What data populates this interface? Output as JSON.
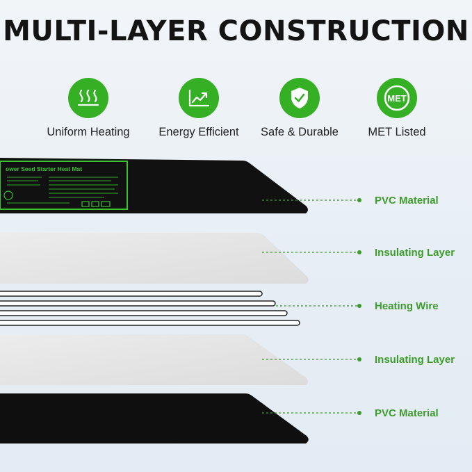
{
  "title": "MULTI-LAYER CONSTRUCTION",
  "features": [
    {
      "label": "Uniform Heating",
      "icon": "heat-waves-icon"
    },
    {
      "label": "Energy Efficient",
      "icon": "rising-chart-icon"
    },
    {
      "label": "Safe & Durable",
      "icon": "shield-check-icon"
    },
    {
      "label": "MET Listed",
      "icon": "met-badge-icon"
    }
  ],
  "mat_print": {
    "header": "ower Seed Starter Heat Mat"
  },
  "met_badge": {
    "text": "MET"
  },
  "layers": [
    {
      "label": "PVC Material"
    },
    {
      "label": "Insulating Layer"
    },
    {
      "label": "Heating Wire"
    },
    {
      "label": "Insulating Layer"
    },
    {
      "label": "PVC Material"
    }
  ],
  "colors": {
    "accent_green": "#35b025",
    "label_green": "#3d9b2c",
    "pvc_black": "#111111",
    "insulation_gray": "#e6e6e6"
  }
}
